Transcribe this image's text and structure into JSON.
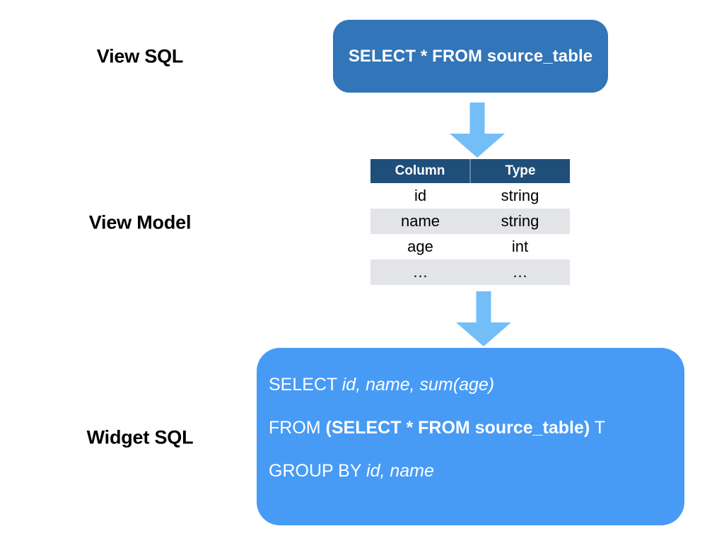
{
  "diagram": {
    "title": "View SQL to View Model to Widget SQL flow",
    "colors": {
      "view_sql_box": "#3275B8",
      "widget_sql_box": "#479BF5",
      "arrow": "#74BEF8",
      "table_header": "#1F4E79",
      "table_stripe": "#E3E4E7",
      "background": "#FFFFFF",
      "label_text": "#000000"
    }
  },
  "labels": {
    "view_sql": "View SQL",
    "view_model": "View Model",
    "widget_sql": "Widget SQL"
  },
  "view_sql": {
    "statement": "SELECT * FROM source_table"
  },
  "arrows": {
    "first": "down-arrow",
    "second": "down-arrow"
  },
  "view_model": {
    "headers": [
      "Column",
      "Type"
    ],
    "rows": [
      [
        "id",
        "string"
      ],
      [
        "name",
        "string"
      ],
      [
        "age",
        "int"
      ],
      [
        "…",
        "…"
      ]
    ]
  },
  "widget_sql": {
    "line1": {
      "keyword": "SELECT ",
      "columns": "id, name, sum(age)"
    },
    "line2": {
      "keyword": "FROM ",
      "subquery_open": "(",
      "subquery": "SELECT * FROM source_table",
      "subquery_close": ")",
      "alias": " T"
    },
    "line3": {
      "keyword": "GROUP BY ",
      "columns": "id, name"
    }
  }
}
